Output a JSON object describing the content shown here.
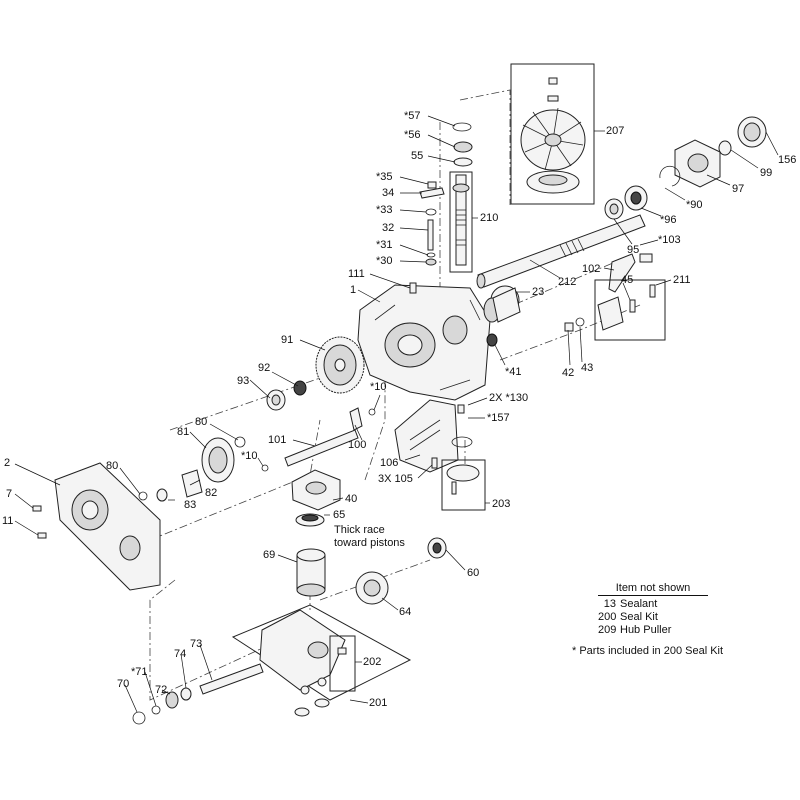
{
  "callouts": {
    "c57": "*57",
    "c56": "*56",
    "c55": "55",
    "c35": "*35",
    "c34": "34",
    "c33": "*33",
    "c32": "32",
    "c31": "*31",
    "c30": "*30",
    "c210": "210",
    "c207": "207",
    "c156": "156",
    "c99": "99",
    "c97": "97",
    "c90": "*90",
    "c96": "*96",
    "c95": "95",
    "c103": "*103",
    "c212": "212",
    "c102": "102",
    "c45": "45",
    "c211": "211",
    "c111": "111",
    "c1": "1",
    "c23": "23",
    "c91": "91",
    "c41": "*41",
    "c42": "42",
    "c43": "43",
    "c92": "92",
    "c93": "93",
    "c10a": "*10",
    "c2x130": "2X *130",
    "c157": "*157",
    "c80a": "80",
    "c81": "81",
    "c101": "101",
    "c100": "100",
    "c10b": "*10",
    "c106": "106",
    "c3x105": "3X 105",
    "c2": "2",
    "c80b": "80",
    "c82": "82",
    "c83": "83",
    "c40": "40",
    "c7": "7",
    "c11": "11",
    "c65": "65",
    "c203": "203",
    "c69": "69",
    "c60": "60",
    "c64": "64",
    "c73": "73",
    "c74": "74",
    "c71": "*71",
    "c72": "72",
    "c70": "70",
    "c202": "202",
    "c201": "201"
  },
  "note_thick_race": [
    "Thick race",
    "toward pistons"
  ],
  "legend": {
    "title": "Item not shown",
    "items": [
      {
        "num": "13",
        "label": "Sealant"
      },
      {
        "num": "200",
        "label": "Seal Kit"
      },
      {
        "num": "209",
        "label": "Hub Puller"
      }
    ]
  },
  "footnote": "* Parts included in 200 Seal Kit"
}
